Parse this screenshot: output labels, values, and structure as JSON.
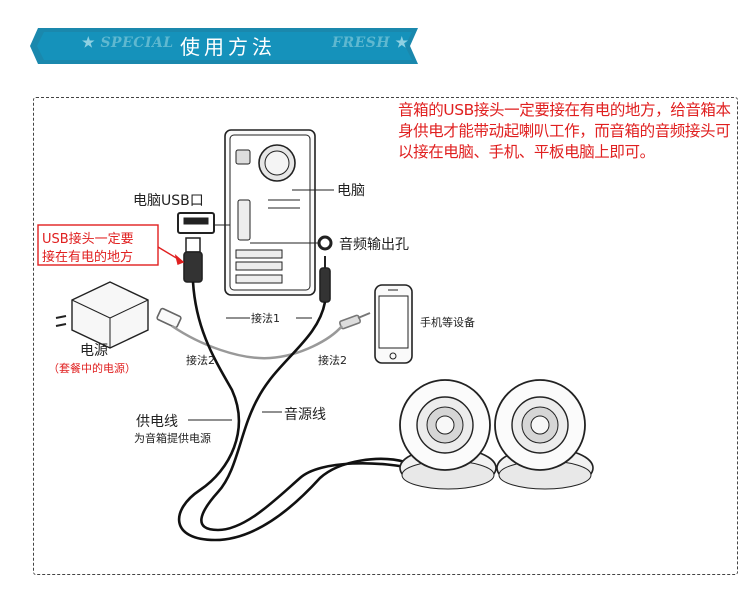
{
  "banner": {
    "left_text": "SPECIAL",
    "title": "使用方法",
    "right_text": "FRESH",
    "star": "★",
    "color": "#1a88ad"
  },
  "labels": {
    "note": "音箱的USB接头一定要接在有电的地方，给音箱本身供电才能带动起喇叭工作，而音箱的音频接头可以接在电脑、手机、平板电脑上即可。",
    "computer": "电脑",
    "usb_port": "电脑USB口",
    "usb_note_line1": "USB接头一定要",
    "usb_note_line2": "接在有电的地方",
    "audio_out": "音频输出孔",
    "phone": "手机等设备",
    "method1": "接法1",
    "method2_left": "接法2",
    "method2_right": "接法2",
    "power": "电源",
    "power_sub": "（套餐中的电源）",
    "power_line": "供电线",
    "power_line_sub": "为音箱提供电源",
    "audio_line": "音源线"
  },
  "colors": {
    "accent_red": "#e02020",
    "text": "#222222"
  }
}
